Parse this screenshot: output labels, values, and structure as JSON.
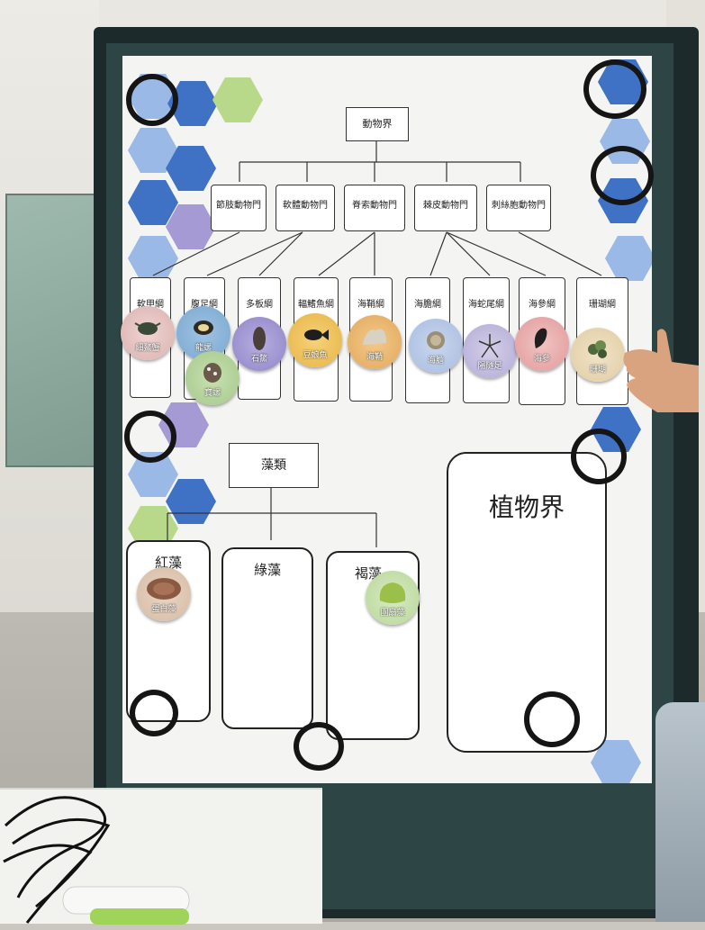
{
  "poster": {
    "animal_kingdom": "動物界",
    "phyla": [
      "節肢動物門",
      "軟體動物門",
      "脊索動物門",
      "棘皮動物門",
      "刺絲胞動物門"
    ],
    "classes": [
      "軟甲綱",
      "腹足綱",
      "多板綱",
      "輻鰭魚綱",
      "海鞘綱",
      "海膽綱",
      "海蛇尾綱",
      "海參綱",
      "珊瑚綱"
    ],
    "specimens": [
      "細鰲蟹",
      "龍螺",
      "寶螺",
      "石鱉",
      "豆娘魚",
      "海鞘",
      "海膽",
      "陽隧足",
      "海參",
      "珊瑚"
    ],
    "algae": "藻類",
    "algae_groups": [
      "紅藻",
      "綠藻",
      "褐藻"
    ],
    "algae_specimens": [
      "蛋白藻",
      "團扇藻"
    ],
    "plant_kingdom": "植物界"
  }
}
